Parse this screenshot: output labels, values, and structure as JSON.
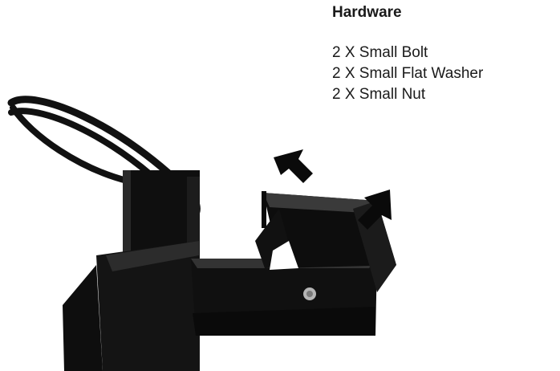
{
  "hardware": {
    "title": "Hardware",
    "items": [
      "2 X Small Bolt",
      "2 X Small Flat Washer",
      "2 X Small Nut"
    ]
  },
  "illustration": {
    "arrow_icons": [
      "arrow-up-left-icon",
      "arrow-down-right-icon"
    ],
    "colors": {
      "metal": "#111111",
      "highlight": "#3a3a3a",
      "bolt": "#b5b5b5"
    }
  }
}
